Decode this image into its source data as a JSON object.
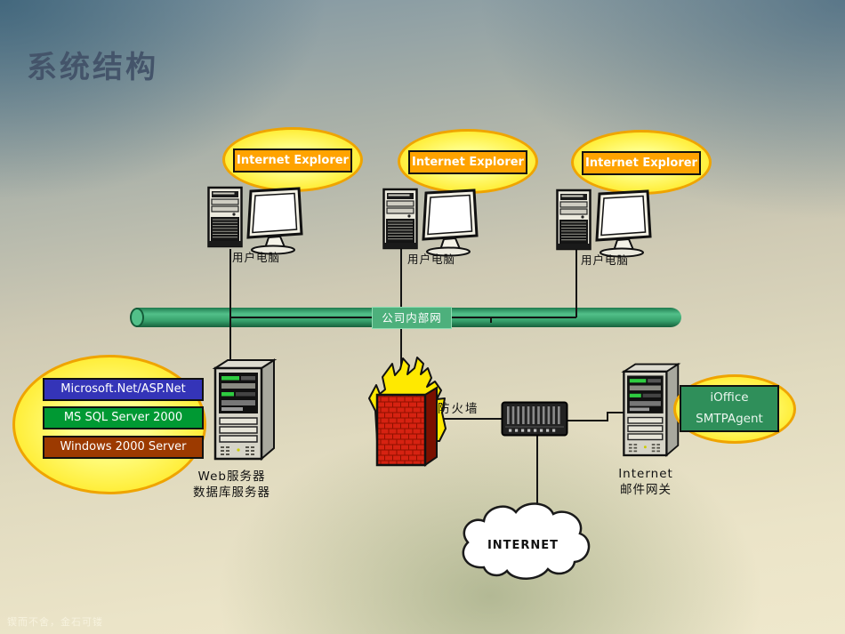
{
  "slide": {
    "title": "系统结构",
    "footer_quote": "锲而不舍，金石可镂"
  },
  "clients": {
    "count": 3,
    "browser_label": "Internet Explorer",
    "computer_label": "用户电脑"
  },
  "network": {
    "intranet_label": "公司内部网",
    "firewall_label": "防火墙",
    "cloud_label": "INTERNET"
  },
  "servers": {
    "web": {
      "stack": [
        "Microsoft.Net/ASP.Net",
        "MS SQL Server 2000",
        "Windows 2000 Server"
      ],
      "label_line1": "Web服务器",
      "label_line2": "数据库服务器"
    },
    "mail": {
      "label_line1": "Internet",
      "label_line2": "邮件网关",
      "agent_line1": "iOffice",
      "agent_line2": "SMTPAgent"
    }
  },
  "colors": {
    "title_text": "#44546a",
    "bubble_fill": "#ffee3a",
    "bubble_border": "#efa400",
    "ie_chip": "#ffa300",
    "intranet_bar": "#36a06b",
    "intranet_chip": "#4db07c",
    "stack_net": "#3434b8",
    "stack_sql": "#009933",
    "stack_win": "#9c3a00",
    "agent_chip": "#2f8f5a",
    "firewall_brick": "#d62211",
    "flame": "#ffe900"
  },
  "icons": {
    "client": "desktop-computer-icon",
    "web_server": "server-tower-icon",
    "mail_server": "server-tower-icon",
    "firewall": "firewall-brick-flame-icon",
    "switch": "network-switch-icon",
    "cloud": "internet-cloud-icon"
  }
}
